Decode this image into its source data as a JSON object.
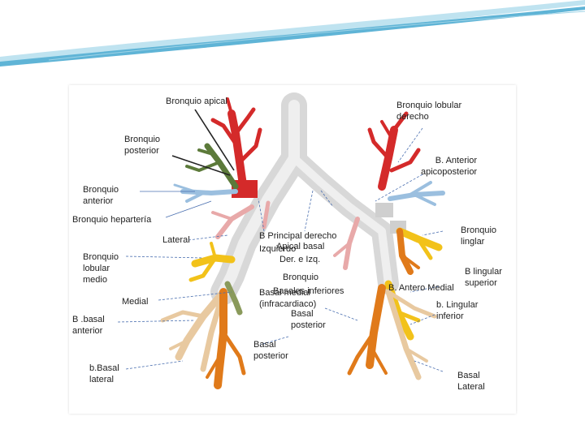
{
  "colors": {
    "header_blue": "#5fb4d6",
    "header_light": "#bfe3f0",
    "trachea": "#d8d8d8",
    "apical_red": "#d42a2a",
    "posterior_green": "#5c7a3a",
    "anterior_blue": "#9bbfdf",
    "pink": "#e8a9a9",
    "yellow": "#f2c21a",
    "orange": "#e07a1a",
    "tan": "#e8c9a0",
    "olive": "#8a9a5b",
    "arrow": "#4a6fb0"
  },
  "labels": {
    "bronquio_apical": "Bronquio apical",
    "bronquio_lobular_derecho": "Bronquio lobular\nderecho",
    "bronquio_posterior": "Bronquio\nposterior",
    "b_anterior_apicoposterior": "B. Anterior\napicoposterior",
    "bronquio_anterior": "Bronquio\nanterior",
    "bronquio_hepartarial": "Bronquio hepartería",
    "bronquio_linglar": "Bronquio\nlinglar",
    "lateral": "Lateral",
    "b_principal_derecho": "B Principal derecho",
    "izquierdo": "Izquierdo",
    "apical_basal": "Apical basal",
    "der_izq": "Der. e Izq.",
    "bronquio_lobular_medio": "Bronquio\nlobular\nmedio",
    "b_lingular_superior": "B lingular\nsuperior",
    "bronquio_mid": "Bronquio",
    "basales_inferiores": "Basales inferiores",
    "basal_medial": "Basal medial",
    "infracardiaco": "(infracardiaco)",
    "b_antero_medial": "B. Antero Medial",
    "medial": "Medial",
    "b_basal_anterior": "B .basal\nanterior",
    "basal_posterior_mid": "Basal\nposterior",
    "b_lingular_inferior": "b. Lingular\ninferior",
    "basal_posterior_low": "Basal\nposterior",
    "b_basal_lateral": "b.Basal\nlateral",
    "basal_lateral": "Basal\nLateral"
  }
}
